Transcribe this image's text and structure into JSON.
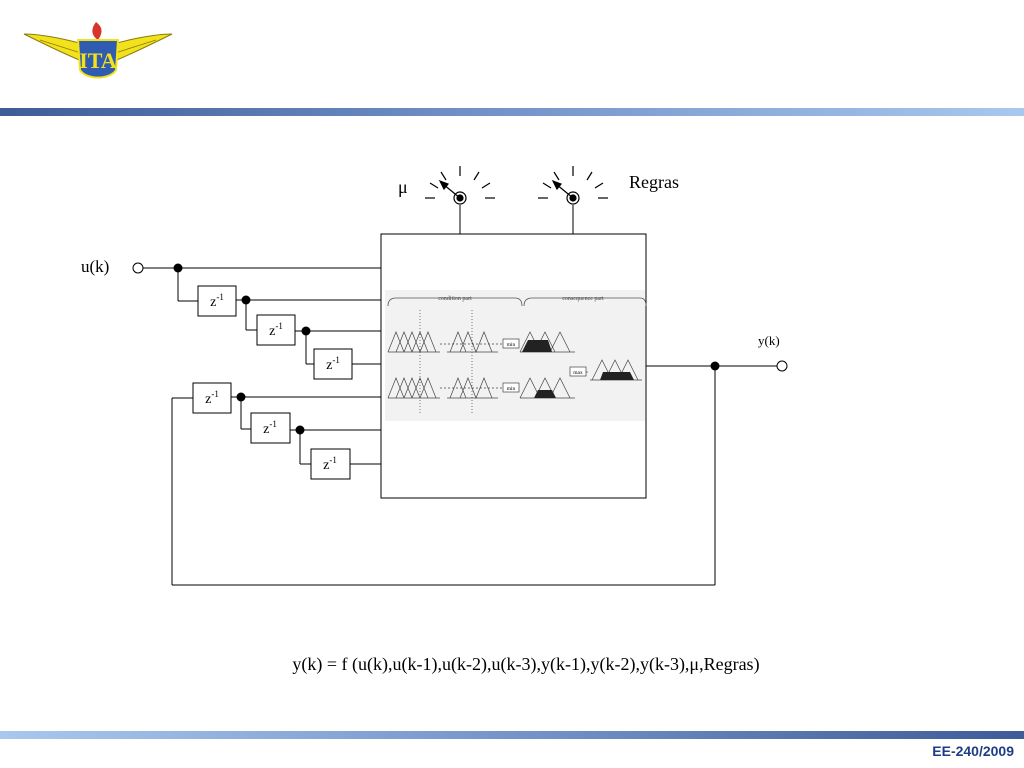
{
  "header": {
    "logo_text": "ITA"
  },
  "diagram": {
    "input_label": "u(k)",
    "output_label": "y(k)",
    "mu_label": "μ",
    "rules_label": "Regras",
    "delay_label": "z",
    "delay_exponent": "-1",
    "inner_figure": {
      "condition_label": "condition part",
      "consequence_label": "consequence part",
      "min_label": "min",
      "max_label": "max"
    },
    "equation": "y(k) = f (u(k),u(k-1),u(k-2),u(k-3),y(k-1),y(k-2),y(k-3),μ,Regras)"
  },
  "footer": {
    "course_code": "EE-240/2009"
  },
  "colors": {
    "footer_text": "#1f3c86",
    "bar_dark": "#3e5c98",
    "bar_light": "#a9c8ee",
    "logo_wing": "#f2e21c",
    "logo_badge": "#2f5bb0",
    "logo_torch": "#d8342c"
  }
}
